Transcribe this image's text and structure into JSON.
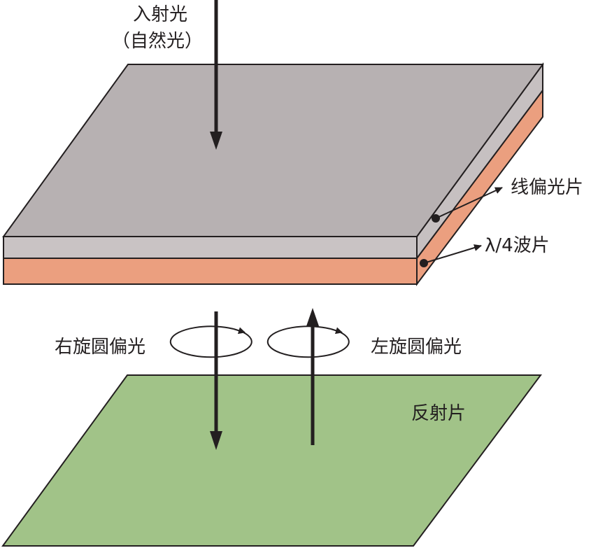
{
  "labels": {
    "incident_light": "入射光",
    "natural_light": "（自然光）",
    "linear_polarizer": "线偏光片",
    "quarter_wave_plate": "λ/4波片",
    "right_circular": "右旋圆偏光",
    "left_circular": "左旋圆偏光",
    "reflector": "反射片"
  },
  "colors": {
    "polarizer_top": "#b7b1b2",
    "polarizer_side": "#c9c3c4",
    "waveplate": "#eb9f7f",
    "reflector": "#a1c388",
    "stroke": "#231f20"
  }
}
